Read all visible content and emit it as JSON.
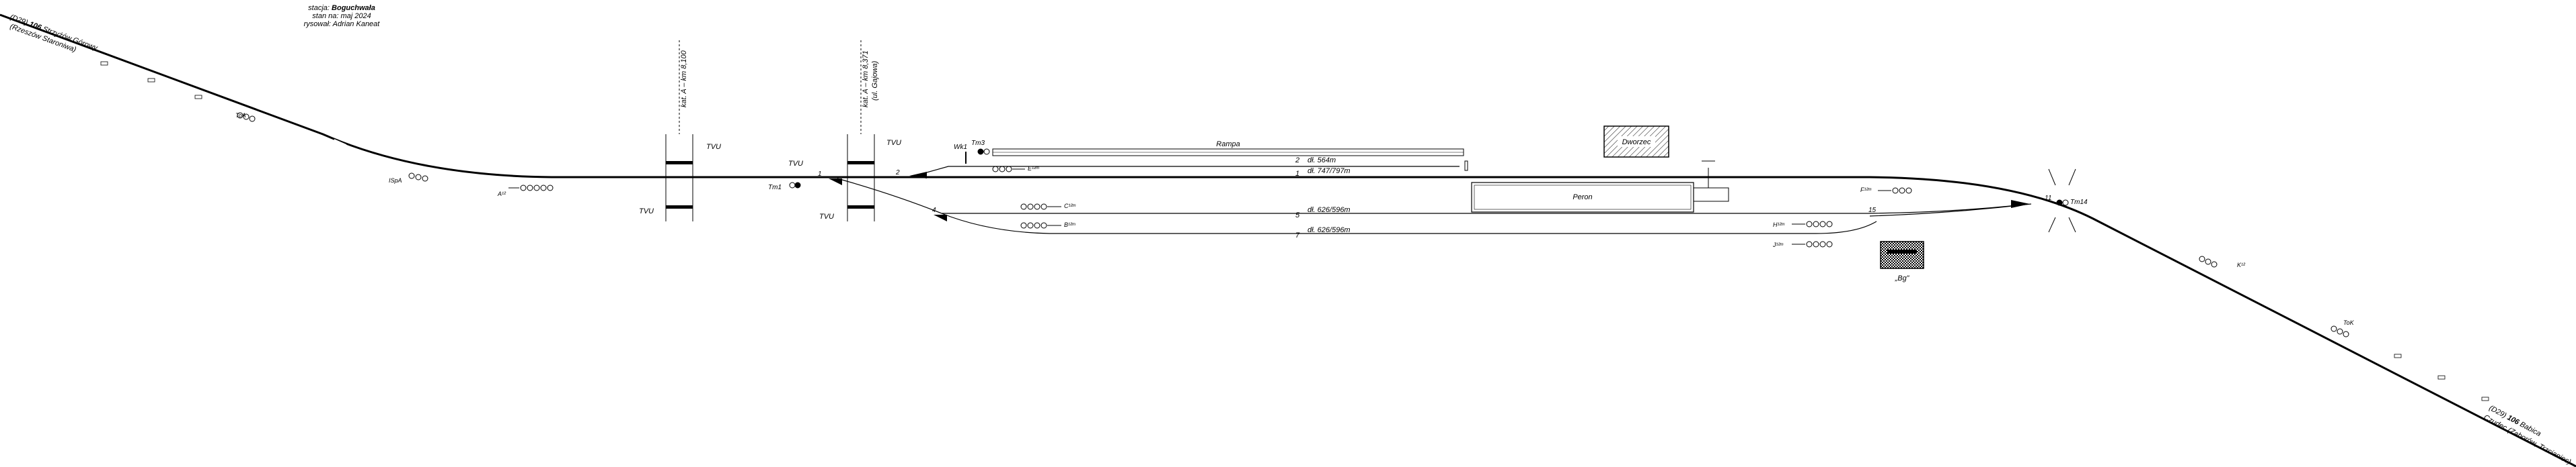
{
  "header": {
    "station_prefix": "stacja:",
    "station_name": "Boguchwała",
    "state_line": "stan na: maj 2024",
    "author_line": "rysował: Adrian Kaneat"
  },
  "line_labels": {
    "west_line_number": "106",
    "west_prefix": "(D29)",
    "west_direction": "Strzyżów Górowy",
    "west_next": "(Rzeszów Staroniwa)",
    "east_line_number": "106",
    "east_prefix": "(D29)",
    "east_direction": "Babica",
    "east_next": "Czudec (Zaborów, Trzcianiec)"
  },
  "crossings": [
    {
      "label": "kat. A – km 8,100",
      "extra": ""
    },
    {
      "label": "kat. A – km 8,371",
      "extra": "(ul. Gajowa)"
    }
  ],
  "buildings": {
    "station_building": "Dworzec",
    "platform": "Peron",
    "ramp": "Rampa",
    "signal_box": "„Bg”"
  },
  "tracks": [
    {
      "number": "2",
      "length": "dł. 564m"
    },
    {
      "number": "1",
      "length": "dł. 747/797m"
    },
    {
      "number": "5",
      "length": "dł. 626/596m"
    },
    {
      "number": "7",
      "length": "dł. 626/596m"
    }
  ],
  "switches": [
    "1",
    "2",
    "4",
    "11",
    "15"
  ],
  "signals": {
    "west": [
      "ToA",
      "ISpA",
      "A¹²",
      "Tm1",
      "Wk1",
      "Tm3"
    ],
    "station": [
      "E¹²ᵐ",
      "C¹²ᵐ",
      "B¹²ᵐ",
      "F¹²ᵐ",
      "H¹²ᵐ",
      "J¹²ᵐ",
      "Tm14"
    ],
    "east": [
      "K¹²",
      "ToK"
    ],
    "tvu": [
      "TVU",
      "TVU",
      "TVU",
      "TVU",
      "TVU"
    ]
  }
}
